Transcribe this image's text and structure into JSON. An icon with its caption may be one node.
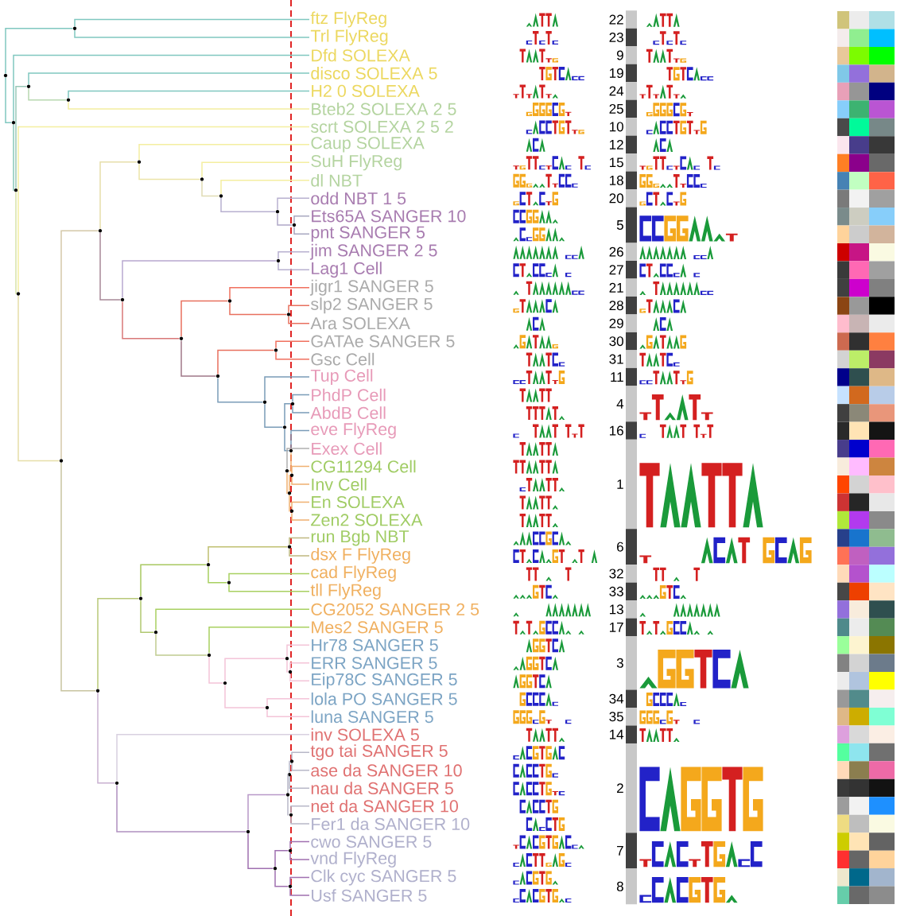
{
  "diagram": {
    "nodes": [
      {
        "text": [
          "ftz FlyReg"
        ]
      },
      {
        "text": [
          "Trl FlyReg"
        ]
      },
      {
        "text": [
          "Dfd SOLEXA"
        ]
      },
      {
        "text": [
          "disco SOLEXA 5"
        ]
      },
      {
        "text": [
          "H2 0 SOLEXA"
        ]
      },
      {
        "text": [
          "Bteb2 SOLEXA 2 5"
        ]
      },
      {
        "text": [
          "scrt SOLEXA 2 5 2"
        ]
      },
      {
        "text": [
          "Caup SOLEXA"
        ]
      },
      {
        "text": [
          "SuH FlyReg"
        ]
      },
      {
        "text": [
          "dl NBT"
        ]
      },
      {
        "text": [
          "odd NBT 1 5"
        ]
      },
      {
        "text": [
          "Ets65A SANGER 10"
        ]
      },
      {
        "text": [
          "pnt SANGER 5"
        ]
      },
      {
        "text": [
          "jim SANGER 2 5"
        ]
      },
      {
        "text": [
          "Lag1 Cell"
        ]
      },
      {
        "text": [
          "jigr1 SANGER 5"
        ]
      },
      {
        "text": [
          "slp2 SANGER 5"
        ]
      },
      {
        "text": [
          "Ara SOLEXA"
        ]
      },
      {
        "text": [
          "GATAe SANGER 5"
        ]
      },
      {
        "text": [
          "Gsc Cell"
        ]
      },
      {
        "text": [
          "Tup Cell"
        ]
      },
      {
        "text": [
          "PhdP Cell"
        ]
      },
      {
        "text": [
          "AbdB Cell"
        ]
      },
      {
        "text": [
          "eve FlyReg"
        ]
      },
      {
        "text": [
          "Exex Cell"
        ]
      },
      {
        "text": [
          "CG11294 Cell"
        ]
      },
      {
        "text": [
          "Inv Cell"
        ]
      },
      {
        "text": [
          "En SOLEXA"
        ]
      },
      {
        "text": [
          "Zen2 SOLEXA"
        ]
      },
      {
        "text": [
          "run Bgb NBT"
        ]
      },
      {
        "text": [
          "dsx F FlyReg"
        ]
      },
      {
        "text": [
          "cad FlyReg"
        ]
      },
      {
        "text": [
          "tll FlyReg"
        ]
      },
      {
        "text": [
          "CG2052 SANGER 2 5"
        ]
      },
      {
        "text": [
          "Mes2 SANGER 5"
        ]
      },
      {
        "text": [
          "Hr78 SANGER 5"
        ]
      },
      {
        "text": [
          "ERR SANGER 5"
        ]
      },
      {
        "text": [
          "Eip78C SANGER 5"
        ]
      },
      {
        "text": [
          "lola PO SANGER 5"
        ]
      },
      {
        "text": [
          "luna SANGER 5"
        ]
      },
      {
        "text": [
          "inv SOLEXA 5"
        ]
      },
      {
        "text": [
          "tgo tai SANGER 5"
        ]
      },
      {
        "text": [
          "ase da SANGER 10"
        ]
      },
      {
        "text": [
          "nau da SANGER 5"
        ]
      },
      {
        "text": [
          "net da SANGER 10"
        ]
      },
      {
        "text": [
          "Fer1 da SANGER 10"
        ]
      },
      {
        "text": [
          "cwo SANGER 5"
        ]
      },
      {
        "text": [
          "vnd FlyReg"
        ]
      },
      {
        "text": [
          "Clk cyc SANGER 5"
        ]
      },
      {
        "text": [
          "Usf SANGER 5"
        ]
      },
      {
        "text": [],
        "shape": "dot"
      },
      {
        "text": [],
        "shape": "dot"
      },
      {
        "text": [],
        "shape": "dot"
      },
      {
        "text": [],
        "shape": "dot"
      },
      {
        "text": [],
        "shape": "dot"
      },
      {
        "text": [],
        "shape": "dot"
      },
      {
        "text": [],
        "shape": "dot"
      },
      {
        "text": [],
        "shape": "dot"
      },
      {
        "text": [],
        "shape": "dot"
      },
      {
        "text": [],
        "shape": "dot"
      },
      {
        "text": [],
        "shape": "dot"
      },
      {
        "text": [],
        "shape": "dot"
      },
      {
        "text": [],
        "shape": "dot"
      },
      {
        "text": [],
        "shape": "dot"
      },
      {
        "text": [],
        "shape": "dot"
      },
      {
        "text": [],
        "shape": "dot"
      },
      {
        "text": [],
        "shape": "dot"
      },
      {
        "text": [],
        "shape": "dot"
      },
      {
        "text": [],
        "shape": "dot"
      },
      {
        "text": [],
        "shape": "dot"
      },
      {
        "text": [],
        "shape": "dot"
      },
      {
        "text": [],
        "shape": "dot"
      },
      {
        "text": [],
        "shape": "dot"
      },
      {
        "text": [],
        "shape": "dot"
      },
      {
        "text": [],
        "shape": "dot"
      },
      {
        "text": [],
        "shape": "dot"
      },
      {
        "text": [],
        "shape": "dot"
      },
      {
        "text": [],
        "shape": "dot"
      },
      {
        "text": [],
        "shape": "dot"
      },
      {
        "text": [],
        "shape": "dot"
      },
      {
        "text": [],
        "shape": "dot"
      },
      {
        "text": [],
        "shape": "dot"
      },
      {
        "text": [],
        "shape": "dot"
      },
      {
        "text": [],
        "shape": "dot"
      },
      {
        "text": [],
        "shape": "dot"
      },
      {
        "text": [],
        "shape": "dot"
      },
      {
        "text": [],
        "shape": "dot"
      },
      {
        "text": [],
        "shape": "dot"
      },
      {
        "text": [],
        "shape": "dot"
      },
      {
        "text": [],
        "shape": "dot"
      },
      {
        "text": [],
        "shape": "dot"
      },
      {
        "text": [],
        "shape": "dot"
      },
      {
        "text": [],
        "shape": "dot"
      },
      {
        "text": [],
        "shape": "dot"
      },
      {
        "text": [],
        "shape": "dot"
      },
      {
        "text": [],
        "shape": "dot"
      },
      {
        "text": [],
        "shape": "dot"
      },
      {
        "text": [],
        "shape": "dot"
      },
      {
        "text": [],
        "shape": "dot"
      }
    ],
    "edges": [
      {
        "from": 51,
        "to": 50,
        "arrow": "none",
        "color": "#80c8c0"
      },
      {
        "from": 50,
        "to": 0,
        "arrow": "none",
        "color": "#80c8c0"
      },
      {
        "from": 50,
        "to": 1,
        "arrow": "none",
        "color": "#80c8c0"
      },
      {
        "from": 51,
        "to": 54,
        "arrow": "none",
        "color": "#80c8c0"
      },
      {
        "from": 54,
        "to": 2,
        "arrow": "none",
        "color": "#80c8c0"
      },
      {
        "from": 54,
        "to": 57,
        "arrow": "none",
        "color": "#88c8b8"
      },
      {
        "from": 57,
        "to": 52,
        "arrow": "none",
        "color": "#98c8b8"
      },
      {
        "from": 52,
        "to": 3,
        "arrow": "none",
        "color": "#80c8c0"
      },
      {
        "from": 52,
        "to": 53,
        "arrow": "none",
        "color": "#b8d8b0"
      },
      {
        "from": 53,
        "to": 4,
        "arrow": "none",
        "color": "#80c8c0"
      },
      {
        "from": 53,
        "to": 5,
        "arrow": "none",
        "color": "#f4eea0"
      },
      {
        "from": 57,
        "to": 63,
        "arrow": "none",
        "color": "#d8e4a8"
      },
      {
        "from": 63,
        "to": 6,
        "arrow": "none",
        "color": "#f4eea0"
      },
      {
        "from": 63,
        "to": 74,
        "arrow": "none",
        "color": "#e6dea8"
      },
      {
        "from": 74,
        "to": 61,
        "arrow": "none",
        "color": "#d4c8a8"
      },
      {
        "from": 61,
        "to": 55,
        "arrow": "none",
        "color": "#e6deaa"
      },
      {
        "from": 55,
        "to": 7,
        "arrow": "none",
        "color": "#f4eea0"
      },
      {
        "from": 55,
        "to": 56,
        "arrow": "none",
        "color": "#ece4a8"
      },
      {
        "from": 56,
        "to": 8,
        "arrow": "none",
        "color": "#f4eea0"
      },
      {
        "from": 56,
        "to": 58,
        "arrow": "none",
        "color": "#e0dcb4"
      },
      {
        "from": 58,
        "to": 9,
        "arrow": "none",
        "color": "#f4eea0"
      },
      {
        "from": 58,
        "to": 59,
        "arrow": "none",
        "color": "#b8b0d0"
      },
      {
        "from": 59,
        "to": 10,
        "arrow": "none",
        "color": "#b8b0d0"
      },
      {
        "from": 59,
        "to": 60,
        "arrow": "none",
        "color": "#b0a8c8"
      },
      {
        "from": 60,
        "to": 11,
        "arrow": "none",
        "color": "#a8a8c0"
      },
      {
        "from": 60,
        "to": 12,
        "arrow": "none",
        "color": "#a8a8c0"
      },
      {
        "from": 61,
        "to": 64,
        "arrow": "none",
        "color": "#a88898"
      },
      {
        "from": 64,
        "to": 62,
        "arrow": "none",
        "color": "#b8a8d0"
      },
      {
        "from": 62,
        "to": 13,
        "arrow": "none",
        "color": "#b8b0d0"
      },
      {
        "from": 62,
        "to": 14,
        "arrow": "none",
        "color": "#b8b0d0"
      },
      {
        "from": 64,
        "to": 67,
        "arrow": "none",
        "color": "#d87878"
      },
      {
        "from": 67,
        "to": 65,
        "arrow": "none",
        "color": "#e8705e"
      },
      {
        "from": 65,
        "to": 15,
        "arrow": "none",
        "color": "#f0705e"
      },
      {
        "from": 65,
        "to": 66,
        "arrow": "none",
        "color": "#e8705e"
      },
      {
        "from": 66,
        "to": 16,
        "arrow": "none",
        "color": "#e8705e"
      },
      {
        "from": 66,
        "to": 17,
        "arrow": "none",
        "color": "#e8705e"
      },
      {
        "from": 67,
        "to": 69,
        "arrow": "none",
        "color": "#a07888"
      },
      {
        "from": 69,
        "to": 68,
        "arrow": "none",
        "color": "#e8705e"
      },
      {
        "from": 68,
        "to": 18,
        "arrow": "none",
        "color": "#f0705e"
      },
      {
        "from": 68,
        "to": 19,
        "arrow": "none",
        "color": "#f0705e"
      },
      {
        "from": 69,
        "to": 70,
        "arrow": "none",
        "color": "#7a9cb8"
      },
      {
        "from": 70,
        "to": 20,
        "arrow": "none",
        "color": "#7a9cb8"
      },
      {
        "from": 70,
        "to": 72,
        "arrow": "none",
        "color": "#7a9cb8"
      },
      {
        "from": 72,
        "to": 71,
        "arrow": "none",
        "color": "#7a9cb8"
      },
      {
        "from": 71,
        "to": 21,
        "arrow": "none",
        "color": "#7a9cb8"
      },
      {
        "from": 71,
        "to": 22,
        "arrow": "none",
        "color": "#7a9cb8"
      },
      {
        "from": 72,
        "to": 73,
        "arrow": "none",
        "color": "#7a9cb8"
      },
      {
        "from": 73,
        "to": 23,
        "arrow": "none",
        "color": "#7a9cb8"
      },
      {
        "from": 73,
        "to": 75,
        "arrow": "none",
        "color": "#f0b070"
      },
      {
        "from": 75,
        "to": 24,
        "arrow": "none",
        "color": "#b0b0b0"
      },
      {
        "from": 75,
        "to": 77,
        "arrow": "none",
        "color": "#f0b070"
      },
      {
        "from": 77,
        "to": 76,
        "arrow": "none",
        "color": "#f0b070"
      },
      {
        "from": 76,
        "to": 25,
        "arrow": "none",
        "color": "#f0b070"
      },
      {
        "from": 76,
        "to": 26,
        "arrow": "none",
        "color": "#f0b070"
      },
      {
        "from": 77,
        "to": 78,
        "arrow": "none",
        "color": "#f0b070"
      },
      {
        "from": 78,
        "to": 27,
        "arrow": "none",
        "color": "#f0b070"
      },
      {
        "from": 78,
        "to": 28,
        "arrow": "none",
        "color": "#f0b070"
      },
      {
        "from": 74,
        "to": 88,
        "arrow": "none",
        "color": "#c8c4a0"
      },
      {
        "from": 88,
        "to": 82,
        "arrow": "none",
        "color": "#b8c878"
      },
      {
        "from": 82,
        "to": 80,
        "arrow": "none",
        "color": "#a8c860"
      },
      {
        "from": 80,
        "to": 79,
        "arrow": "none",
        "color": "#c0c070"
      },
      {
        "from": 79,
        "to": 29,
        "arrow": "none",
        "color": "#c0b880"
      },
      {
        "from": 79,
        "to": 30,
        "arrow": "none",
        "color": "#c0b880"
      },
      {
        "from": 80,
        "to": 81,
        "arrow": "none",
        "color": "#a8d060"
      },
      {
        "from": 81,
        "to": 31,
        "arrow": "none",
        "color": "#a8d060"
      },
      {
        "from": 81,
        "to": 32,
        "arrow": "none",
        "color": "#a8d060"
      },
      {
        "from": 82,
        "to": 83,
        "arrow": "none",
        "color": "#b0c870"
      },
      {
        "from": 83,
        "to": 33,
        "arrow": "none",
        "color": "#a8d060"
      },
      {
        "from": 83,
        "to": 84,
        "arrow": "none",
        "color": "#c0cc90"
      },
      {
        "from": 84,
        "to": 34,
        "arrow": "none",
        "color": "#a8d060"
      },
      {
        "from": 84,
        "to": 87,
        "arrow": "none",
        "color": "#f4c4d8"
      },
      {
        "from": 87,
        "to": 85,
        "arrow": "none",
        "color": "#f4c4d8"
      },
      {
        "from": 85,
        "to": 35,
        "arrow": "none",
        "color": "#f4c4d8"
      },
      {
        "from": 85,
        "to": 86,
        "arrow": "none",
        "color": "#f4c4d8"
      },
      {
        "from": 86,
        "to": 36,
        "arrow": "none",
        "color": "#f4c4d8"
      },
      {
        "from": 86,
        "to": 37,
        "arrow": "none",
        "color": "#f4c4d8"
      },
      {
        "from": 87,
        "to": 89,
        "arrow": "none",
        "color": "#f4c4d8"
      },
      {
        "from": 89,
        "to": 38,
        "arrow": "none",
        "color": "#f4c4d8"
      },
      {
        "from": 89,
        "to": 39,
        "arrow": "none",
        "color": "#f4c4d8"
      },
      {
        "from": 88,
        "to": 92,
        "arrow": "none",
        "color": "#c8b0d0"
      },
      {
        "from": 92,
        "to": 40,
        "arrow": "none",
        "color": "#d8d0e0"
      },
      {
        "from": 92,
        "to": 95,
        "arrow": "none",
        "color": "#b090c0"
      },
      {
        "from": 95,
        "to": 93,
        "arrow": "none",
        "color": "#b898c8"
      },
      {
        "from": 93,
        "to": 91,
        "arrow": "none",
        "color": "#b8b8c8"
      },
      {
        "from": 91,
        "to": 90,
        "arrow": "none",
        "color": "#b8b8c8"
      },
      {
        "from": 90,
        "to": 41,
        "arrow": "none",
        "color": "#b8b8c8"
      },
      {
        "from": 90,
        "to": 42,
        "arrow": "none",
        "color": "#b8b8c8"
      },
      {
        "from": 91,
        "to": 43,
        "arrow": "none",
        "color": "#b8b8c8"
      },
      {
        "from": 93,
        "to": 94,
        "arrow": "none",
        "color": "#b8b8c8"
      },
      {
        "from": 94,
        "to": 44,
        "arrow": "none",
        "color": "#b8b8c8"
      },
      {
        "from": 94,
        "to": 45,
        "arrow": "none",
        "color": "#b8b8c8"
      },
      {
        "from": 95,
        "to": 97,
        "arrow": "none",
        "color": "#a070b0"
      },
      {
        "from": 97,
        "to": 96,
        "arrow": "none",
        "color": "#a070b0"
      },
      {
        "from": 96,
        "to": 46,
        "arrow": "none",
        "color": "#a070b0"
      },
      {
        "from": 96,
        "to": 47,
        "arrow": "none",
        "color": "#a070b0"
      },
      {
        "from": 97,
        "to": 98,
        "arrow": "none",
        "color": "#a070b0"
      },
      {
        "from": 98,
        "to": 48,
        "arrow": "none",
        "color": "#a070b0"
      },
      {
        "from": 98,
        "to": 49,
        "arrow": "none",
        "color": "#a070b0"
      }
    ],
    "labels": [
      "22",
      "23",
      "9",
      "19",
      "24",
      "25",
      "10",
      "12",
      "15",
      "18",
      "20",
      "5",
      "26",
      "27",
      "21",
      "28",
      "29",
      "30",
      "31",
      "11",
      "4",
      "16",
      "1",
      "6",
      "32",
      "33",
      "13",
      "17",
      "3",
      "34",
      "35",
      "14",
      "2",
      "7",
      "8"
    ]
  }
}
